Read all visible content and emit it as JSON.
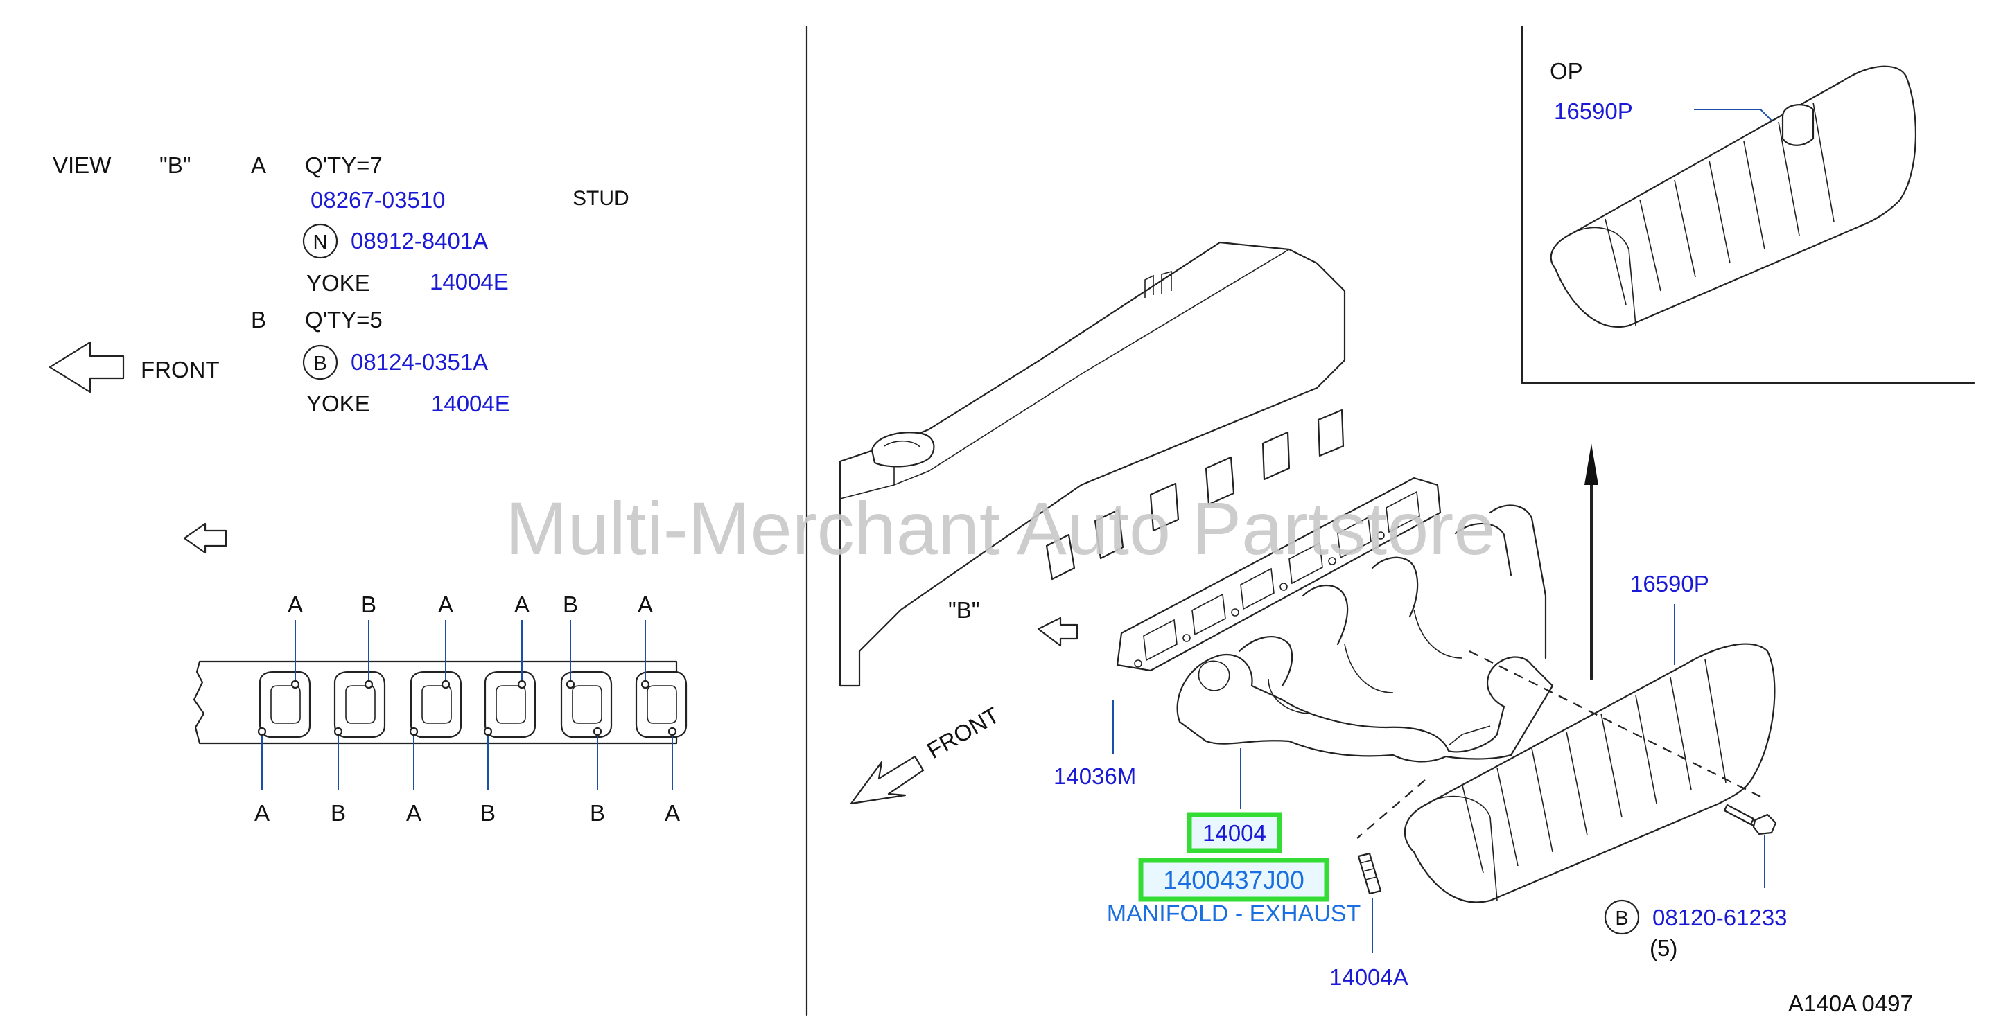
{
  "watermark": "Multi-Merchant Auto Partstore",
  "view_b_table": {
    "view_label": "VIEW",
    "view_id": "\"B\"",
    "group_a": {
      "letter": "A",
      "qty": "Q'TY=7",
      "stud_part": "08267-03510",
      "stud_label": "STUD",
      "nut_symbol": "N",
      "nut_part": "08912-8401A",
      "yoke_label": "YOKE",
      "yoke_part": "14004E"
    },
    "group_b": {
      "letter": "B",
      "qty": "Q'TY=5",
      "bolt_symbol": "B",
      "bolt_part": "08124-0351A",
      "yoke_label": "YOKE",
      "yoke_part": "14004E"
    }
  },
  "front_label_left": "FRONT",
  "front_label_main": "FRONT",
  "stud_layout": {
    "top_letters": [
      "A",
      "B",
      "A",
      "A",
      "B",
      "A"
    ],
    "bottom_letters": [
      "A",
      "B",
      "A",
      "B",
      "B",
      "A"
    ]
  },
  "view_b_marker": "\"B\"",
  "callouts": {
    "gasket": "14036M",
    "manifold_ref": "14004",
    "manifold_part": "1400437J00",
    "manifold_name": "MANIFOLD - EXHAUST",
    "stud_part": "14004A",
    "heat_shield": "16590P",
    "bolt_symbol": "B",
    "bolt_part": "08120-61233",
    "bolt_qty": "(5)"
  },
  "inset": {
    "label": "OP",
    "part": "16590P"
  },
  "footer_code": "A140A 0497",
  "colors": {
    "part_blue": "#1a1ad6",
    "highlight_green": "#33dd33",
    "highlight_fill": "#e9f7ff",
    "link_blue": "#1a6fe0",
    "watermark_gray": "#c8c8c8"
  }
}
